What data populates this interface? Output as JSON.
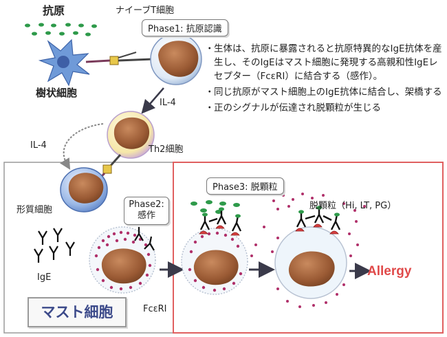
{
  "labels": {
    "antigen": "抗原",
    "naive_t": "ナイーブT細胞",
    "dendritic": "樹状細胞",
    "il4_a": "IL-4",
    "il4_b": "IL-4",
    "th2": "Th2細胞",
    "plasma": "形質細胞",
    "ige": "IgE",
    "fceri": "FcεRI",
    "degranulation": "脱顆粒（Hi, LT, PG）",
    "allergy": "Allergy",
    "mast_cell": "マスト細胞"
  },
  "phases": {
    "phase1": "Phase1: 抗原認識",
    "phase2": "Phase2: 感作",
    "phase3": "Phase3: 脱顆粒"
  },
  "bullets": [
    "生体は、抗原に暴露されると抗原特異的なIgE抗体を産生し、そのIgEはマスト細胞に発現する高親和性IgEレセプター（FcεRI）に結合する（感作）。",
    "同じ抗原がマスト細胞上のIgE抗体に結合し、架橋する",
    "正のシグナルが伝達され脱顆粒が生じる"
  ],
  "bullet_mark": "・",
  "colors": {
    "antigen_green": "#2e9a4a",
    "phase3_border": "#e06060",
    "allergy_red": "#e04a4a",
    "mast_label": "#3c4a8a",
    "granule": "#b0306a",
    "nucleus": "#a0623a",
    "arrow": "#3a3a4a"
  }
}
